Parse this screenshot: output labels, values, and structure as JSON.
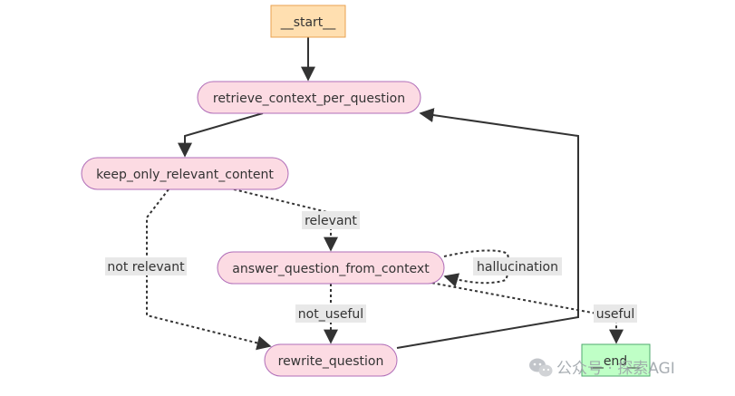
{
  "diagram": {
    "nodes": {
      "start": "__start__",
      "retrieve": "retrieve_context_per_question",
      "keep": "keep_only_relevant_content",
      "answer": "answer_question_from_context",
      "rewrite": "rewrite_question",
      "end": "__end__"
    },
    "edges": {
      "relevant": "relevant",
      "not_relevant": "not relevant",
      "hallucination": "hallucination",
      "not_useful": "not_useful",
      "useful": "useful"
    }
  },
  "watermark": {
    "text": "公众号 · 探索AGI",
    "icon": "wechat-icon"
  },
  "colors": {
    "node_pink_fill": "#fcdbe3",
    "node_pink_stroke": "#b06db8",
    "start_fill": "#ffdfb0",
    "start_stroke": "#e8a14f",
    "end_fill": "#bfffc6",
    "end_stroke": "#4fa96d",
    "edge": "#333333",
    "label_bg": "#e8e8e8"
  }
}
